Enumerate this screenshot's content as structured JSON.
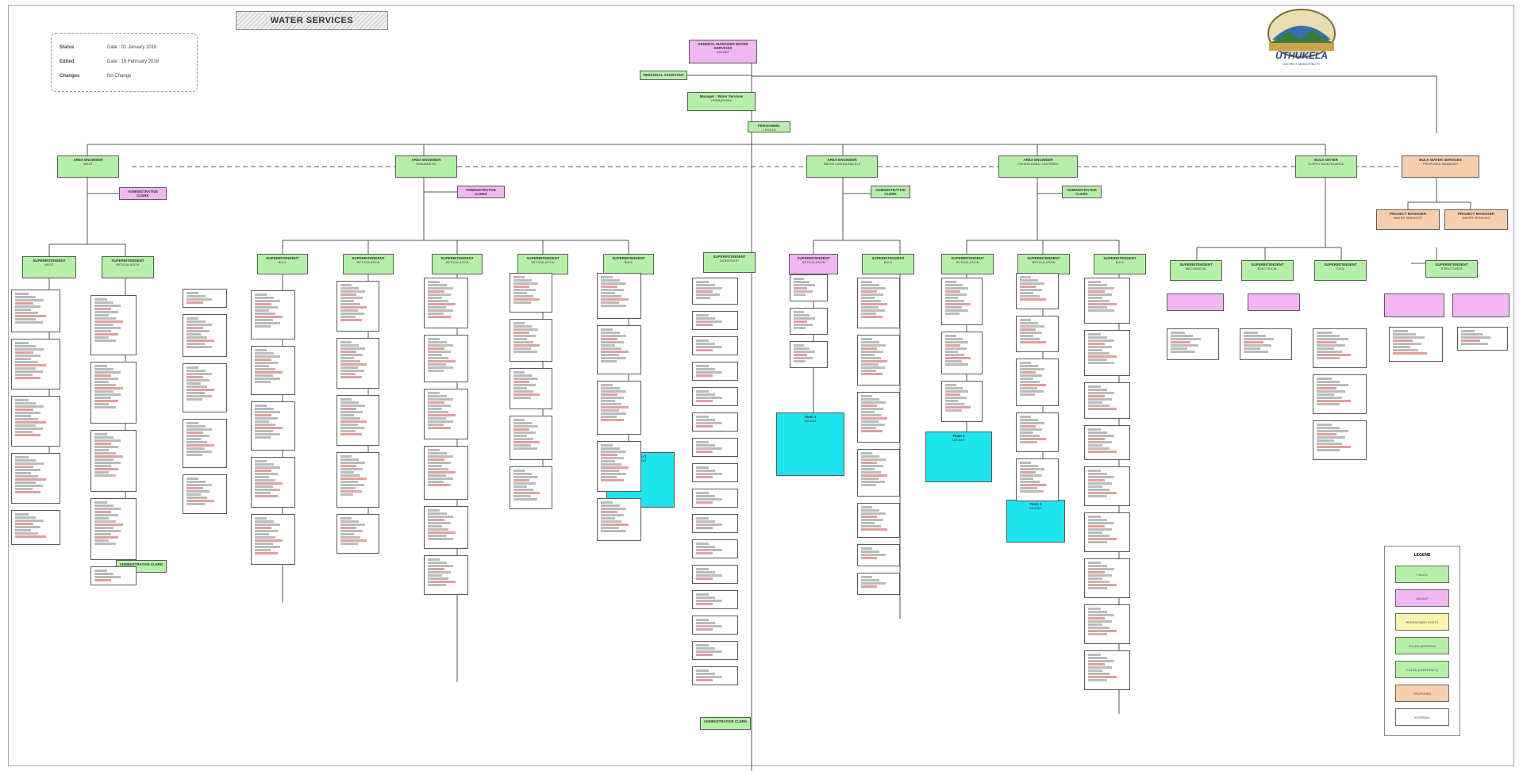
{
  "title": "WATER SERVICES",
  "status": {
    "rows": [
      {
        "label": "Status",
        "value": "Date : 01 January 2018"
      },
      {
        "label": "Edited",
        "value": "Date : 16 February 2018"
      },
      {
        "label": "Changes",
        "value": "No Change"
      }
    ]
  },
  "logo": {
    "name": "UTHUKELA",
    "subtitle": "DISTRICT MUNICIPALITY"
  },
  "legend": {
    "title": "LEGEND",
    "items": [
      {
        "label": "FILLED",
        "color": "#b6f0a8"
      },
      {
        "label": "VACANT",
        "color": "#f2b6f2"
      },
      {
        "label": "REDESIGNED POSTS",
        "color": "#fbf3b0"
      },
      {
        "label": "FILLED (INTERIM)",
        "color": "#b6f0a8"
      },
      {
        "label": "FILLED (CONTRACT)",
        "color": "#b6f0a8"
      },
      {
        "label": "PROPOSED",
        "color": "#f8cfae"
      },
      {
        "label": "INTERNAL",
        "color": "#ffffff"
      }
    ]
  },
  "boxes": {
    "gm": {
      "title": "GENERAL MANAGER WATER SERVICES",
      "sub": "VACANT"
    },
    "pa": {
      "title": "PERSONAL ASSISTANT"
    },
    "manager": {
      "title": "Manager : Water Services",
      "sub": "OPERATIONS"
    },
    "personnel": {
      "title": "PERSONNEL",
      "sub": "1 POSTS"
    },
    "area_west": {
      "title": "AREA ENGINEER",
      "sub": "WEST"
    },
    "area_ekhombe": {
      "title": "AREA ENGINEER",
      "sub": "EMNAMBITHI"
    },
    "area_inkosi": {
      "title": "AREA ENGINEER",
      "sub": "INKOSI LANGALIBALELE"
    },
    "area_okhahlamba": {
      "title": "AREA ENGINEER",
      "sub": "OKHAHLAMBA / UMTSHEZI"
    },
    "bulk": {
      "title": "BULK WATER",
      "sub": "SUPPLY MAINTENANCE"
    },
    "proposed_top": {
      "title": "BULK WATER SERVICES",
      "sub": "PROPOSED MANAGER"
    },
    "proposed_a": {
      "title": "PROJECT MANAGER",
      "sub": "WATER SERVICES"
    },
    "proposed_b": {
      "title": "PROJECT MANAGER",
      "sub": "WATER SERVICES"
    },
    "clerk_west": {
      "title": "ADMINISTRATIVE CLERK"
    },
    "clerk_ekhombe": {
      "title": "ADMINISTRATIVE CLERK"
    },
    "clerk_inkosi": {
      "title": "ADMINISTRATIVE CLERK"
    },
    "clerk_okh": {
      "title": "ADMINISTRATIVE CLERK"
    },
    "sup_west_a": {
      "title": "SUPERINTENDENT",
      "sub": "WEST"
    },
    "sup_west_b": {
      "title": "SUPERINTENDENT",
      "sub": "RETICULATION"
    },
    "sup_e1": {
      "title": "SUPERINTENDENT",
      "sub": "BULK"
    },
    "sup_e2": {
      "title": "SUPERINTENDENT",
      "sub": "RETICULATION"
    },
    "sup_e3": {
      "title": "SUPERINTENDENT",
      "sub": "RETICULATION"
    },
    "sup_e4": {
      "title": "SUPERINTENDENT",
      "sub": "RETICULATION"
    },
    "sup_e5": {
      "title": "SUPERINTENDENT",
      "sub": "BULK"
    },
    "sup_mid": {
      "title": "SUPERINTENDENT",
      "sub": "WORKSHOP"
    },
    "sup_i1": {
      "title": "SUPERINTENDENT",
      "sub": "RETICULATION"
    },
    "sup_i2": {
      "title": "SUPERINTENDENT",
      "sub": "BULK"
    },
    "sup_o1": {
      "title": "SUPERINTENDENT",
      "sub": "RETICULATION"
    },
    "sup_o2": {
      "title": "SUPERINTENDENT",
      "sub": "RETICULATION"
    },
    "sup_o3": {
      "title": "SUPERINTENDENT",
      "sub": "BULK"
    },
    "sup_b1": {
      "title": "SUPERINTENDENT",
      "sub": "MECHANICAL"
    },
    "sup_b2": {
      "title": "SUPERINTENDENT",
      "sub": "ELECTRICAL"
    },
    "sup_b3": {
      "title": "SUPERINTENDENT",
      "sub": "CIVIL"
    },
    "sup_p1": {
      "title": "SUPERINTENDENT",
      "sub": "STRUCTURES"
    },
    "cyan_1": {
      "title": "Team 1",
      "sub": "VACANT"
    },
    "cyan_2": {
      "title": "Team 1",
      "sub": "VACANT"
    },
    "cyan_3": {
      "title": "Team 1",
      "sub": "VACANT"
    },
    "cyan_4": {
      "title": "Team 1",
      "sub": "VACANT"
    },
    "admin_mid": {
      "title": "ADMINISTRATIVE CLERK"
    },
    "admin_w2": {
      "title": "ADMINISTRATIVE CLERK"
    }
  }
}
